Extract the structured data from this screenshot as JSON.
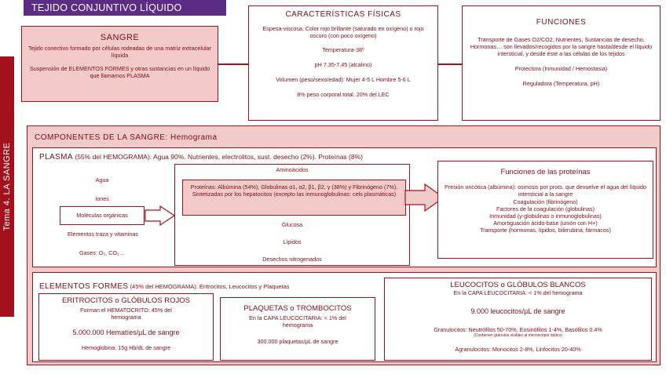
{
  "header": {
    "title": "TEJIDO CONJUNTIVO LÍQUIDO",
    "side_label": "Tema 4. LA SANGRE"
  },
  "sangre": {
    "title": "SANGRE",
    "line1": "Tejido conectivo formado por células rodeadas de una matriz extracelular líquida",
    "line2": "Suspensión de ELEMENTOS FORMES y otras sustancias en un líquido que llamamos PLASMA"
  },
  "caracteristicas": {
    "title": "CARACTERÍSTICAS FÍSICAS",
    "items": [
      "Espesa-viscosa, Color rojo brillante (saturado en oxígeno) o rojo oscuro (con poco oxígeno)",
      "Temperatura-38º",
      "pH 7.35-7.45 (alcalino)",
      "Volumen (peso/sexo/edad): Mujer 4-5 L Hombre 5-6 L",
      "8% peso corporal total. 20% del LEC"
    ]
  },
  "funciones": {
    "title": "FUNCIONES",
    "items": [
      "Transporte de Gases O2/CO2, Nutrientes, Sustancias de desecho, Hormonas… son llevados/recogidos por la sangre hasta/desde el líquido intersticial, y desde éste a las células de los tejidos",
      "Protectora (Inmunidad / Hemostasia)",
      "Reguladora (Temperatura, pH)"
    ]
  },
  "componentes": {
    "title": "COMPONENTES DE LA SANGRE: Hemograma",
    "plasma": {
      "title": "PLASMA",
      "desc": "(55% del HEMOGRAMA):",
      "detail": "Agua 90%. Nutrientes, electrolitos, sust. desecho (2%). Proteínas (8%)",
      "list": [
        "Agua",
        "Iones",
        "Moléculas orgánicas",
        "Elementos traza y vitaminas",
        "Gases: O₂, CO₂…"
      ],
      "organic": {
        "top": "Aminoácidos",
        "proteins": "Proteínas: Albúmina (54%), Globulinas α1, α2, β1, β2, γ (38%) y Fibrinógeno (7%). Sintetizadas por los hepatocitos (excepto las inmunoglobulinas: cels plasmáticas)",
        "others": [
          "Glucosa",
          "Lípidos",
          "Desechos nitrogenados"
        ]
      },
      "prot_func": {
        "title": "Funciones de las proteínas",
        "items": [
          "Presión oncótica (albúmina): osmosis por prots. que devuelve el agua del líquido intersticial a la sangre",
          "Coagulación (fibrinógeno)",
          "Factores de la coagulación (globulinas)",
          "Inmunidad (γ-globulinas o inmunoglobulinas)",
          "Amortiguación ácido-base (unión con H+)",
          "Transporte (hormonas, lípidos, bilirrubina, fármacos)"
        ]
      }
    },
    "elementos": {
      "title": "ELEMENTOS FORMES",
      "desc": "(45% del HEMOGRAMA): Eritrocitos, Leucocitos y Plaquetas",
      "eritrocitos": {
        "title": "ERITROCITOS o GLÓBULOS ROJOS",
        "line1": "Forman el HEMATOCRITO: 45% del hemograma",
        "count": "5.000.000 Hematíes/µL de sangre",
        "hb": "Hemoglobina: 15g Hb/dL de sangre"
      },
      "plaquetas": {
        "title": "PLAQUETAS o TROMBOCITOS",
        "line1": "En la CAPA LEUCOCITARIA: < 1% del hemograma",
        "count": "300.000 plaquetas/µL de sangre"
      },
      "leucocitos": {
        "title": "LEUCOCITOS o GLÓBULOS BLANCOS",
        "line1": "En la CAPA LEUCOCITARIA: < 1% del hemograma",
        "count": "9.000 leucocitos/µL de sangre",
        "granulocitos": "Granulocitos: Neutrófilos 50-70%, Eosinófilos 1-4%, Basófilos 0.4%",
        "note": "(Contienen gránulos visibles al microscopio óptico)",
        "agranulocitos": "Agranulocitos: Monocitos 2-8%, Linfocitos 20-40%"
      }
    }
  }
}
